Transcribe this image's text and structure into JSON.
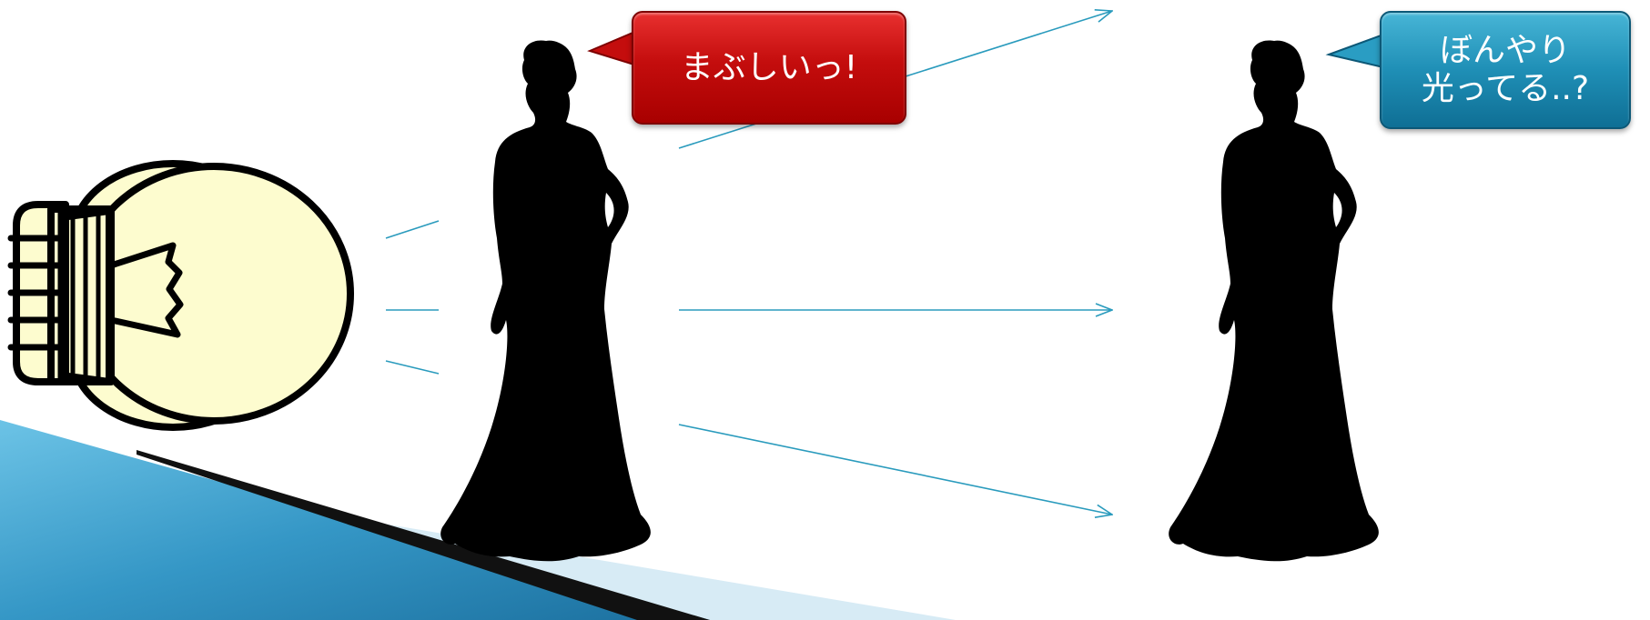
{
  "speech_bubbles": {
    "left": {
      "text": "まぶしいっ!"
    },
    "right": {
      "line1": "ぼんやり",
      "line2": "光ってる..?"
    }
  },
  "colors": {
    "light_ray": "#2a9bbd",
    "bulb_fill": "#fdfccf",
    "silhouette": "#000000",
    "bubble_left": "#c40d0d",
    "bubble_right": "#1f8fb6",
    "corner_accent": "#3b9fcf"
  },
  "icons": {
    "bulb": "light-bulb-icon",
    "figure": "woman-silhouette"
  }
}
